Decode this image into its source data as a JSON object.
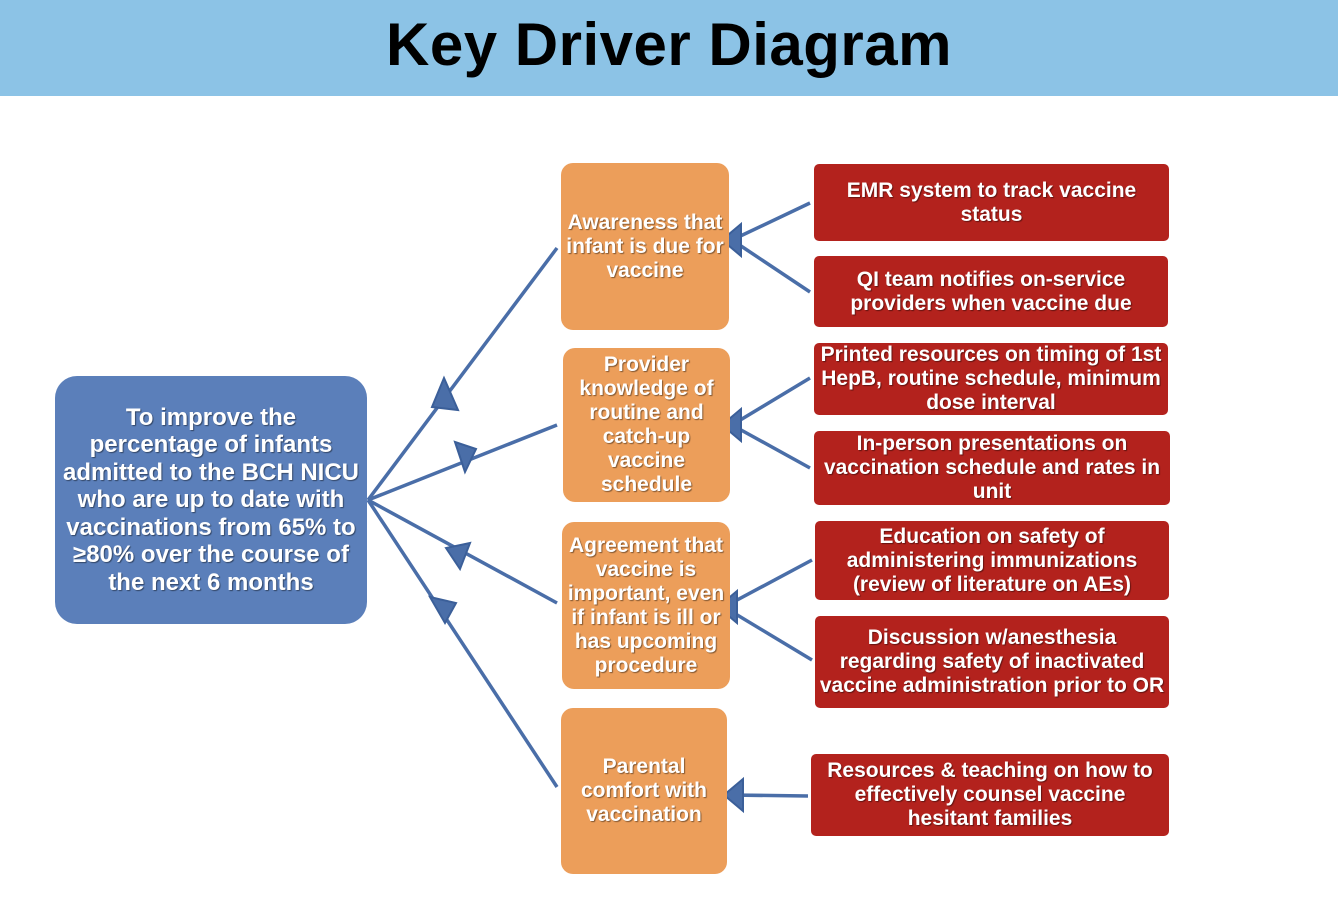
{
  "header": {
    "title": "Key Driver Diagram"
  },
  "aim": {
    "text": "To improve the percentage of infants admitted to the BCH NICU who are up to date with vaccinations from 65% to ≥80% over the course of the next 6 months"
  },
  "drivers": [
    {
      "text": "Awareness that infant is due for vaccine"
    },
    {
      "text": "Provider knowledge of routine and catch-up vaccine schedule"
    },
    {
      "text": "Agreement that vaccine is important, even if infant is ill or has upcoming procedure"
    },
    {
      "text": "Parental comfort with vaccination"
    }
  ],
  "changes": [
    {
      "text": "EMR system to track vaccine status"
    },
    {
      "text": "QI team notifies on-service providers when vaccine due"
    },
    {
      "text": "Printed resources on timing of 1st HepB, routine schedule, minimum dose interval"
    },
    {
      "text": "In-person presentations on vaccination schedule and  rates in unit"
    },
    {
      "text": "Education on safety of administering immunizations (review of literature on AEs)"
    },
    {
      "text": "Discussion w/anesthesia regarding safety of inactivated vaccine administration prior to OR"
    },
    {
      "text": "Resources & teaching on how to effectively counsel vaccine hesitant families"
    }
  ],
  "colors": {
    "header": "#8cc3e6",
    "aim": "#5b7fba",
    "driver": "#ec9e5a",
    "change": "#b3221d",
    "connector": "#4a6ea8"
  }
}
